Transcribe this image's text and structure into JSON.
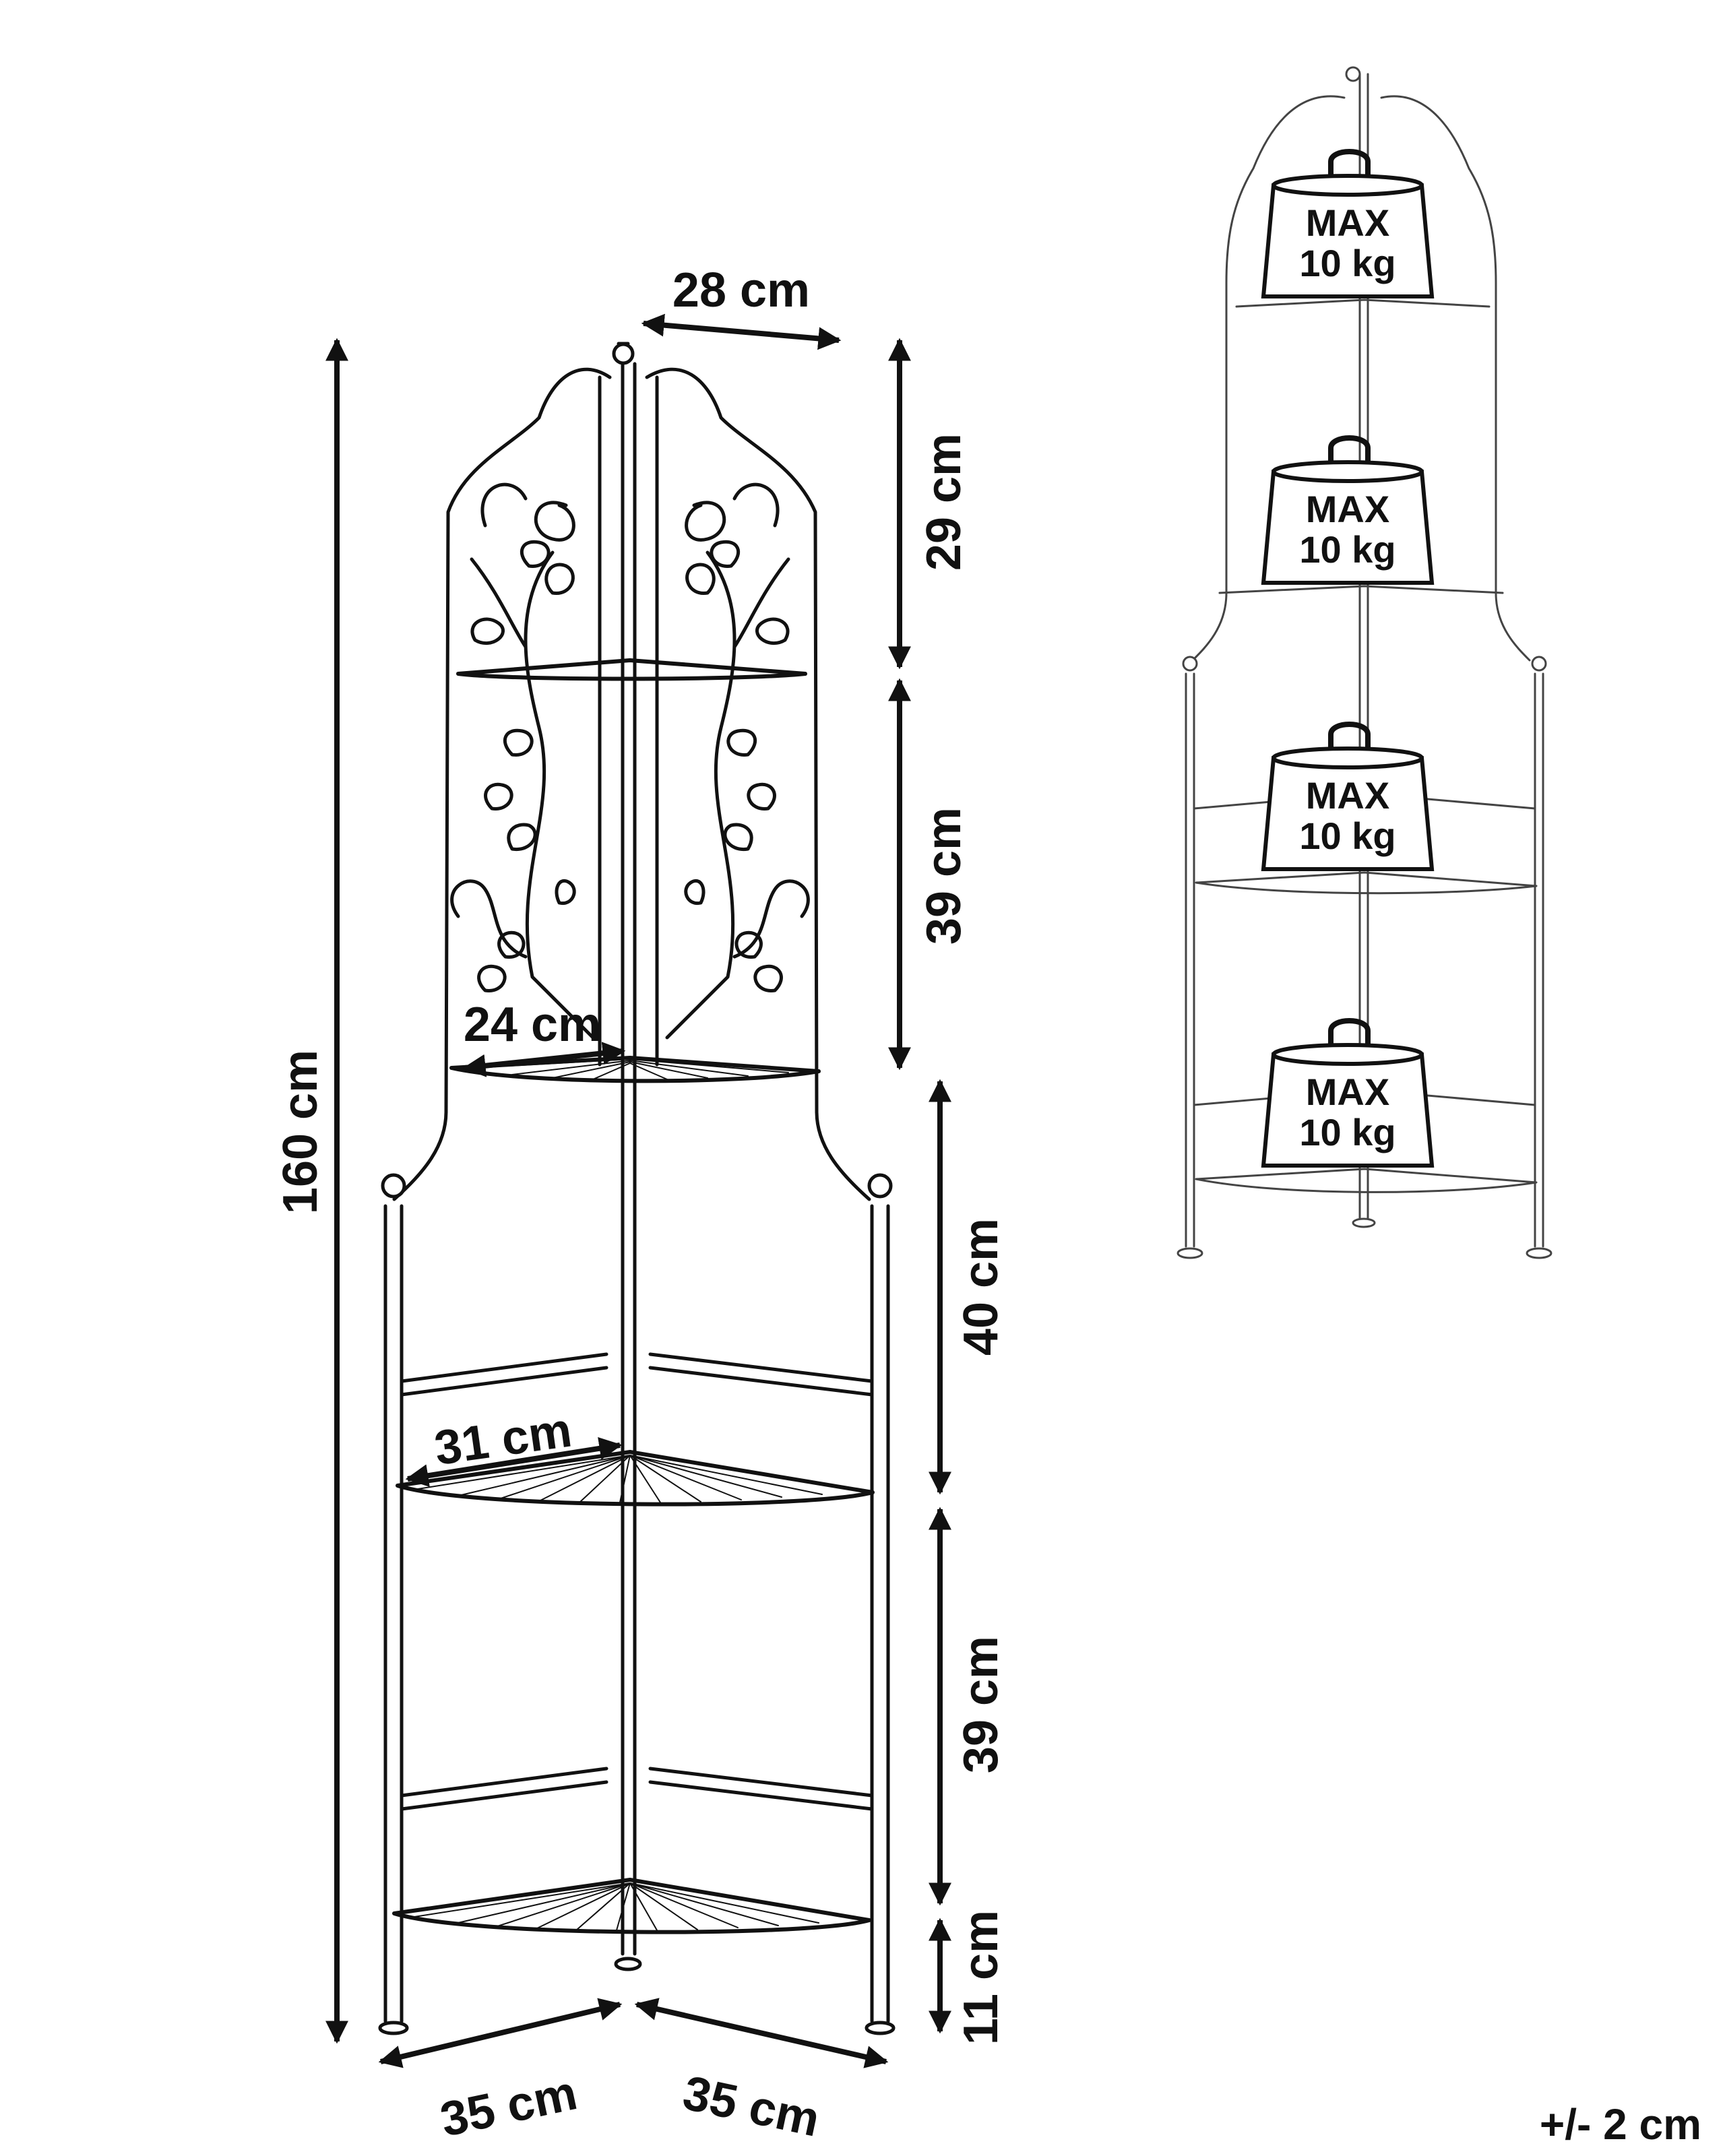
{
  "dimensions": {
    "total_height": "160 cm",
    "top_width": "28 cm",
    "top_section_height": "29 cm",
    "second_section_height": "39 cm",
    "third_section_height": "40 cm",
    "fourth_section_height": "39 cm",
    "bottom_clearance": "11 cm",
    "upper_shelf_depth": "24 cm",
    "middle_shelf_depth": "31 cm",
    "base_left_width": "35 cm",
    "base_right_width": "35 cm"
  },
  "load_labels": [
    {
      "max": "MAX",
      "weight": "10 kg"
    },
    {
      "max": "MAX",
      "weight": "10 kg"
    },
    {
      "max": "MAX",
      "weight": "10 kg"
    },
    {
      "max": "MAX",
      "weight": "10 kg"
    }
  ],
  "tolerance": "+/- 2 cm"
}
